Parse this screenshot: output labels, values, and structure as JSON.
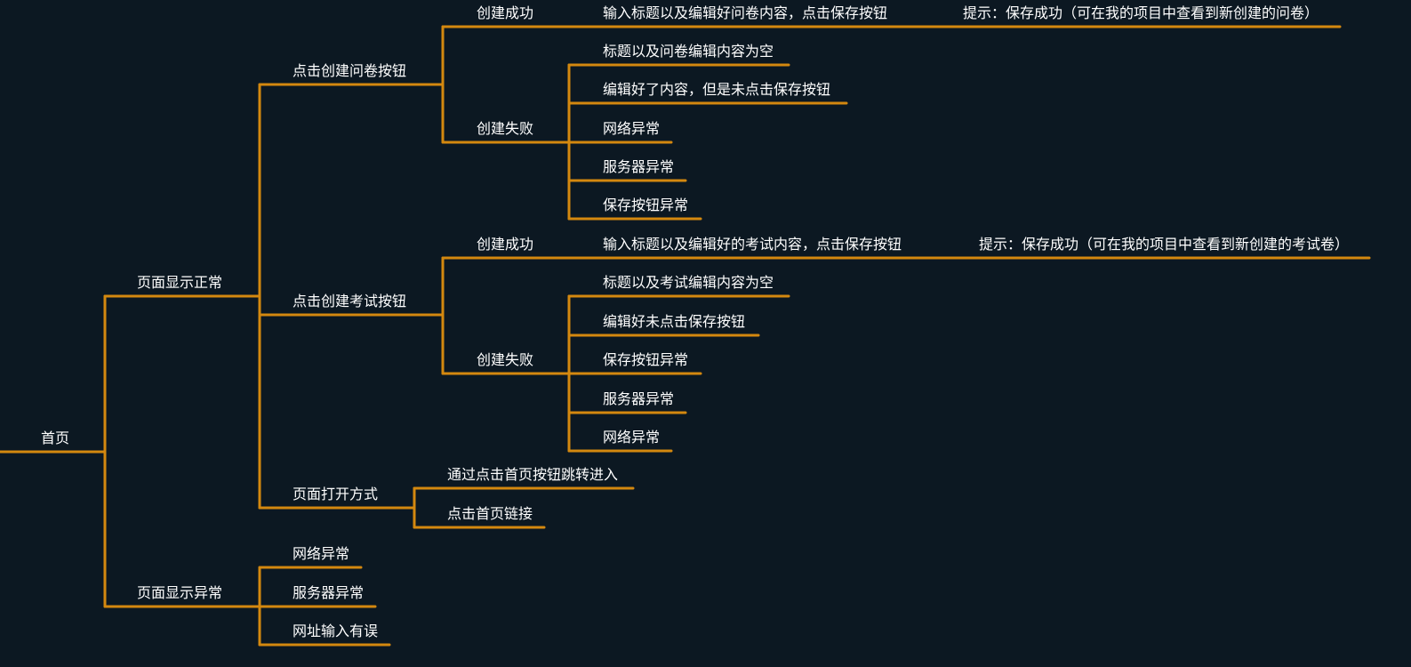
{
  "colors": {
    "background": "#0c1822",
    "line": "#d4880f",
    "text": "#ffffff"
  },
  "mindmap": {
    "root": {
      "label": "首页",
      "children": [
        {
          "label": "页面显示正常",
          "children": [
            {
              "label": "点击创建问卷按钮",
              "children": [
                {
                  "label": "创建成功",
                  "children": [
                    {
                      "label": "输入标题以及编辑好问卷内容，点击保存按钮",
                      "children": [
                        {
                          "label": "提示：保存成功（可在我的项目中查看到新创建的问卷）"
                        }
                      ]
                    }
                  ]
                },
                {
                  "label": "创建失败",
                  "children": [
                    {
                      "label": "标题以及问卷编辑内容为空"
                    },
                    {
                      "label": "编辑好了内容，但是未点击保存按钮"
                    },
                    {
                      "label": "网络异常"
                    },
                    {
                      "label": "服务器异常"
                    },
                    {
                      "label": "保存按钮异常"
                    }
                  ]
                }
              ]
            },
            {
              "label": "点击创建考试按钮",
              "children": [
                {
                  "label": "创建成功",
                  "children": [
                    {
                      "label": "输入标题以及编辑好的考试内容，点击保存按钮",
                      "children": [
                        {
                          "label": "提示：保存成功（可在我的项目中查看到新创建的考试卷）"
                        }
                      ]
                    }
                  ]
                },
                {
                  "label": "创建失败",
                  "children": [
                    {
                      "label": "标题以及考试编辑内容为空"
                    },
                    {
                      "label": "编辑好未点击保存按钮"
                    },
                    {
                      "label": "保存按钮异常"
                    },
                    {
                      "label": "服务器异常"
                    },
                    {
                      "label": "网络异常"
                    }
                  ]
                }
              ]
            },
            {
              "label": "页面打开方式",
              "children": [
                {
                  "label": "通过点击首页按钮跳转进入"
                },
                {
                  "label": "点击首页链接"
                }
              ]
            }
          ]
        },
        {
          "label": "页面显示异常",
          "children": [
            {
              "label": "网络异常"
            },
            {
              "label": "服务器异常"
            },
            {
              "label": "网址输入有误"
            }
          ]
        }
      ]
    }
  }
}
